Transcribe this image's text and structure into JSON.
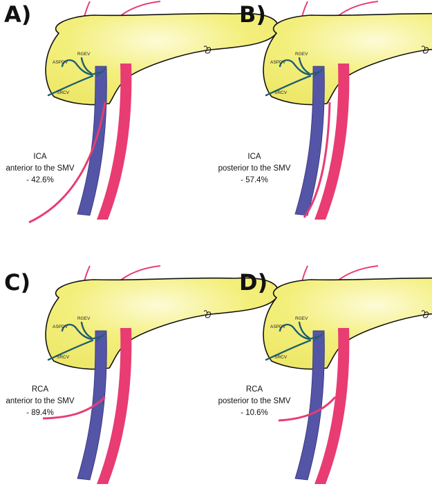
{
  "colors": {
    "pancreas_fill": "#f3ef7c",
    "pancreas_highlight": "#fdfbd6",
    "outline": "#111111",
    "artery": "#e83c73",
    "smv": "#5455a6",
    "tributary": "#1f5f6e"
  },
  "vein_labels": {
    "rgev": "RGEV",
    "aspdv": "ASPDV",
    "srcv": "SRCV"
  },
  "panels": [
    {
      "letter": "A)",
      "artery": "ICA",
      "relation": "anterior to the SMV",
      "percent": "- 42.6%"
    },
    {
      "letter": "B)",
      "artery": "ICA",
      "relation": "posterior to the SMV",
      "percent": "- 57.4%"
    },
    {
      "letter": "C)",
      "artery": "RCA",
      "relation": "anterior to the SMV",
      "percent": "- 89.4%"
    },
    {
      "letter": "D)",
      "artery": "RCA",
      "relation": "posterior to the SMV",
      "percent": "- 10.6%"
    }
  ]
}
